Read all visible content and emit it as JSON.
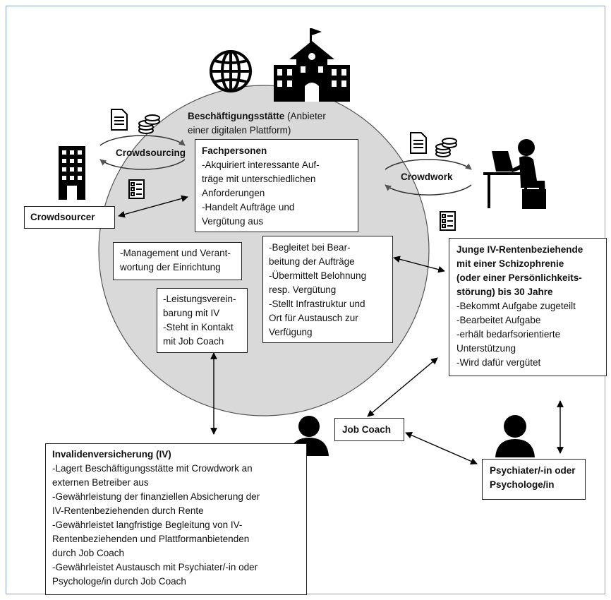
{
  "colors": {
    "circle_fill": "#d9d9d9",
    "frame_border": "#8aa3c9",
    "icon": "#000000"
  },
  "header": {
    "title_bold": "Beschäftigungsstätte",
    "title_rest": " (Anbieter",
    "title_line2": "einer digitalen Plattform)"
  },
  "cycles": {
    "crowdsourcing": "Crowdsourcing",
    "crowdwork": "Crowdwork"
  },
  "crowdsourcer": "Crowdsourcer",
  "fachpersonen": {
    "title": "Fachpersonen",
    "lines": [
      "-Akquiriert interessante Auf-",
      "träge mit unterschiedlichen",
      "Anforderungen",
      "-Handelt Aufträge und",
      "Vergütung aus"
    ]
  },
  "management": {
    "lines": [
      "-Management und Verant-",
      "wortung der Einrichtung"
    ]
  },
  "leistung": {
    "lines": [
      "-Leistungsverein-",
      "barung mit IV",
      "-Steht in Kontakt",
      "mit Job Coach"
    ]
  },
  "begleitet": {
    "lines": [
      "-Begleitet bei Bear-",
      "beitung der Aufträge",
      "-Übermittelt Belohnung",
      "resp. Vergütung",
      "-Stellt Infrastruktur und",
      "Ort für Austausch zur",
      "Verfügung"
    ]
  },
  "junge": {
    "title_lines": [
      "Junge IV-Rentenbeziehende",
      "mit einer Schizophrenie",
      "(oder einer Persönlichkeits-",
      "störung) bis 30 Jahre"
    ],
    "lines": [
      "-Bekommt Aufgabe zugeteilt",
      "-Bearbeitet Aufgabe",
      "-erhält bedarfsorientierte",
      "Unterstützung",
      "-Wird dafür vergütet"
    ]
  },
  "jobcoach": "Job Coach",
  "iv": {
    "title": "Invalidenversicherung (IV)",
    "lines": [
      "-Lagert Beschäftigungsstätte mit Crowdwork an",
      "externen Betreiber aus",
      "-Gewährleistung der finanziellen Absicherung der",
      "IV-Rentenbeziehenden durch Rente",
      "-Gewährleistet langfristige Begleitung von IV-",
      "Rentenbeziehenden und Plattformanbietenden",
      "durch Job Coach",
      "-Gewährleistet Austausch mit Psychiater/-in oder",
      "Psychologe/in durch Job Coach"
    ]
  },
  "psych": {
    "lines": [
      "Psychiater/-in oder",
      "Psychologe/in"
    ]
  },
  "icons": [
    "globe-icon",
    "school-building-icon",
    "document-icon",
    "coins-icon",
    "checklist-icon",
    "office-building-icon",
    "worker-at-laptop-icon",
    "person-icon"
  ]
}
